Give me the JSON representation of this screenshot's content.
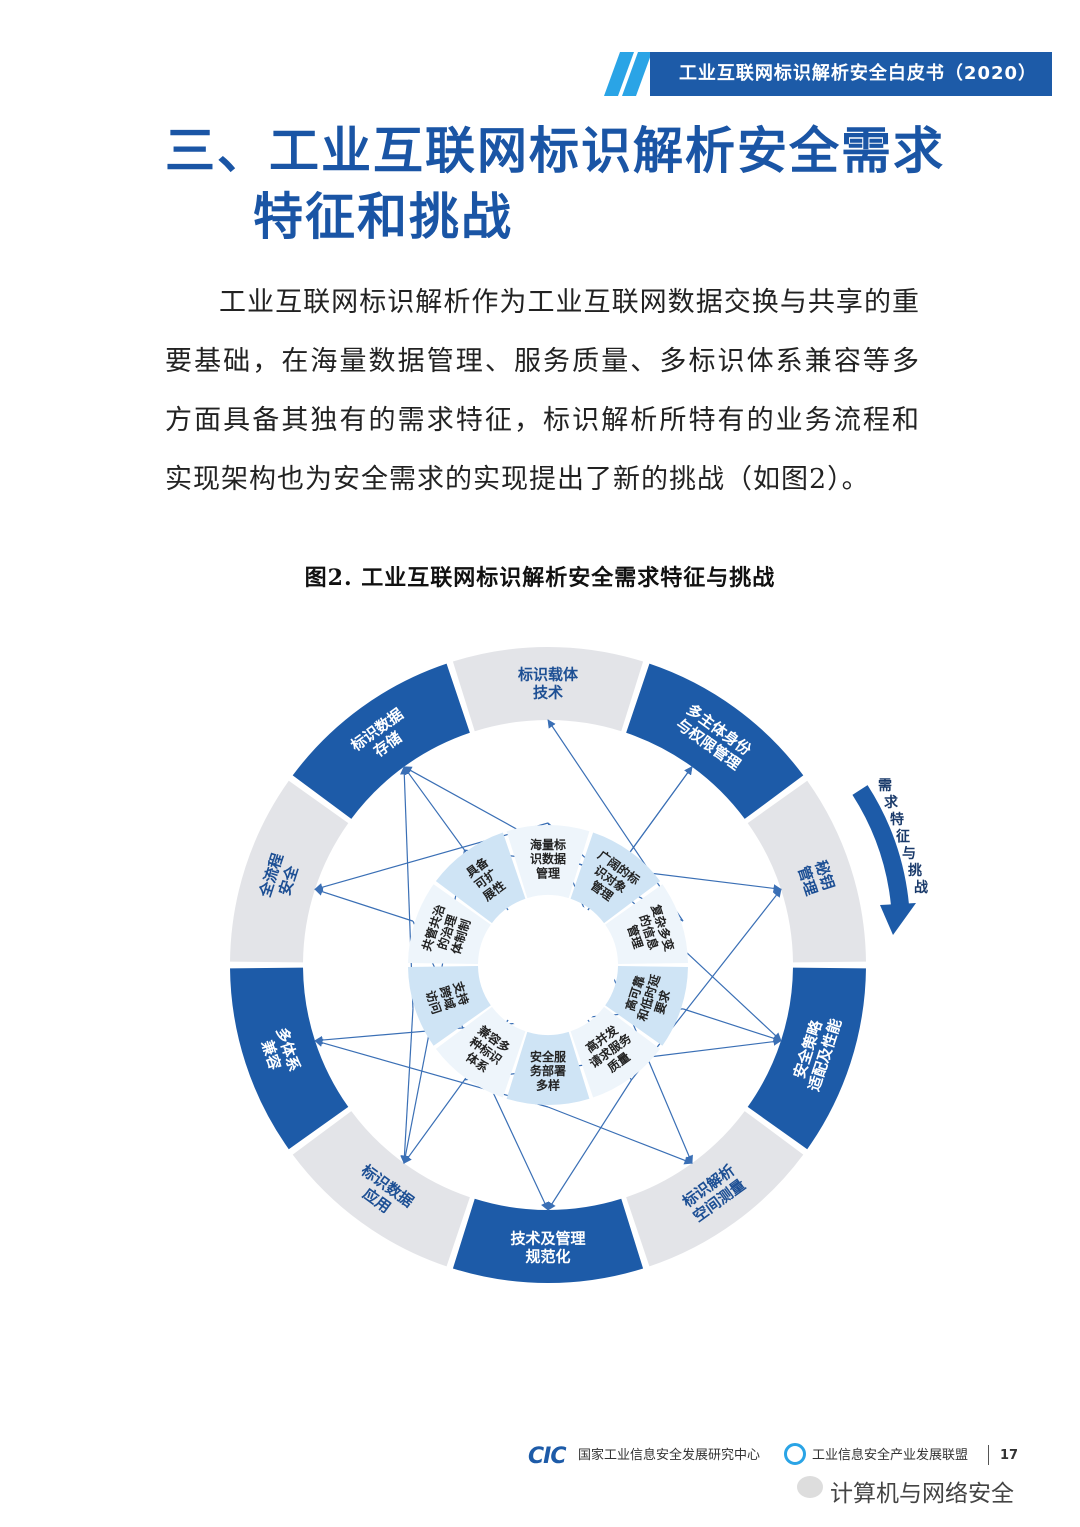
{
  "header": {
    "title": "工业互联网标识解析安全白皮书（2020）"
  },
  "section": {
    "title_line1": "三、工业互联网标识解析安全需求",
    "title_line2": "特征和挑战"
  },
  "body": {
    "paragraph": "工业互联网标识解析作为工业互联网数据交换与共享的重要基础，在海量数据管理、服务质量、多标识体系兼容等多方面具备其独有的需求特征，标识解析所特有的业务流程和实现架构也为安全需求的实现提出了新的挑战（如图2）。"
  },
  "figure": {
    "caption": "图2. 工业互联网标识解析安全需求特征与挑战",
    "side_label": "需求特征与挑战",
    "outer_segments": [
      {
        "label": "标识载体技术",
        "lines": [
          "标识载体",
          "技术"
        ]
      },
      {
        "label": "多主体身份与权限管理",
        "lines": [
          "多主体身份",
          "与权限管理"
        ]
      },
      {
        "label": "秘钥管理",
        "lines": [
          "秘钥",
          "管理"
        ]
      },
      {
        "label": "安全策略适配及性能",
        "lines": [
          "安全策略",
          "适配及性能"
        ]
      },
      {
        "label": "标识解析空间测量",
        "lines": [
          "标识解析",
          "空间测量"
        ]
      },
      {
        "label": "技术及管理规范化",
        "lines": [
          "技术及管理",
          "规范化"
        ]
      },
      {
        "label": "标识数据应用",
        "lines": [
          "标识数据",
          "应用"
        ]
      },
      {
        "label": "多体系兼容",
        "lines": [
          "多体系",
          "兼容"
        ]
      },
      {
        "label": "全流程安全",
        "lines": [
          "全流程",
          "安全"
        ]
      },
      {
        "label": "标识数据存储",
        "lines": [
          "标识数据",
          "存储"
        ]
      }
    ],
    "inner_segments": [
      {
        "label": "海量标识数据管理",
        "lines": [
          "海量标",
          "识数据",
          "管理"
        ]
      },
      {
        "label": "广阔的标识对象管理",
        "lines": [
          "广阔的标",
          "识对象",
          "管理"
        ]
      },
      {
        "label": "复杂多变的信息管理",
        "lines": [
          "复杂多变",
          "的信息",
          "管理"
        ]
      },
      {
        "label": "高可靠和低时延要求",
        "lines": [
          "高可靠",
          "和低时延",
          "要求"
        ]
      },
      {
        "label": "高并发请求服务质量",
        "lines": [
          "高并发",
          "请求服务",
          "质量"
        ]
      },
      {
        "label": "安全服务部署多样",
        "lines": [
          "安全服",
          "务部署",
          "多样"
        ]
      },
      {
        "label": "兼容多种标识体系",
        "lines": [
          "兼容多",
          "种标识",
          "体系"
        ]
      },
      {
        "label": "支持跨域访问",
        "lines": [
          "支持",
          "跨域",
          "访问"
        ]
      },
      {
        "label": "共管共治的治理体制制",
        "lines": [
          "共管共治",
          "的治理",
          "体制制"
        ]
      },
      {
        "label": "具备可扩展性",
        "lines": [
          "具备",
          "可扩",
          "展性"
        ]
      }
    ]
  },
  "footer": {
    "logo_text": "CIC",
    "org1": "国家工业信息安全发展研究中心",
    "org2": "工业信息安全产业发展联盟",
    "page": "17",
    "watermark": "计算机与网络安全"
  },
  "colors": {
    "primary_blue": "#1d5ba8",
    "accent_blue": "#2aa4e6",
    "ring_gray": "#e3e4e8",
    "inner_blue": "#cfe4f5",
    "inner_white": "#eef5fb"
  }
}
